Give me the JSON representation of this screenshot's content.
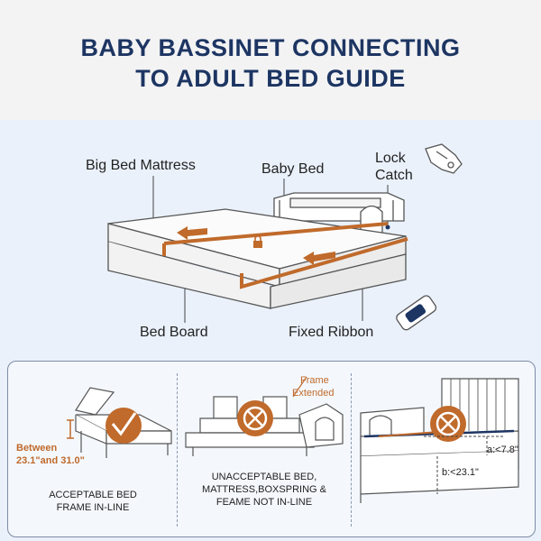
{
  "header": {
    "title_line1": "BABY BASSINET CONNECTING",
    "title_line2": "TO ADULT BED GUIDE"
  },
  "diagram": {
    "labels": {
      "big_bed_mattress": "Big Bed Mattress",
      "baby_bed": "Baby Bed",
      "lock": "Lock",
      "catch": "Catch",
      "bed_board": "Bed Board",
      "fixed_ribbon": "Fixed Ribbon"
    }
  },
  "guide": {
    "acceptable": {
      "height_line1": "Between",
      "height_line2": "23.1\"and 31.0\"",
      "caption_line1": "ACCEPTABLE BED",
      "caption_line2": "FRAME IN-LINE"
    },
    "unacceptable": {
      "frame_line1": "Frame",
      "frame_line2": "Extended",
      "caption_line1": "UNACCEPTABLE BED,",
      "caption_line2": "MATTRESS,BOXSPRING &",
      "caption_line3": "FEAME NOT IN-LINE"
    },
    "measure": {
      "a_label": "a:<7.8\"",
      "b_label": "b:<23.1\""
    }
  },
  "colors": {
    "title": "#1d3562",
    "accent": "#c06a2b",
    "line": "#444444"
  }
}
